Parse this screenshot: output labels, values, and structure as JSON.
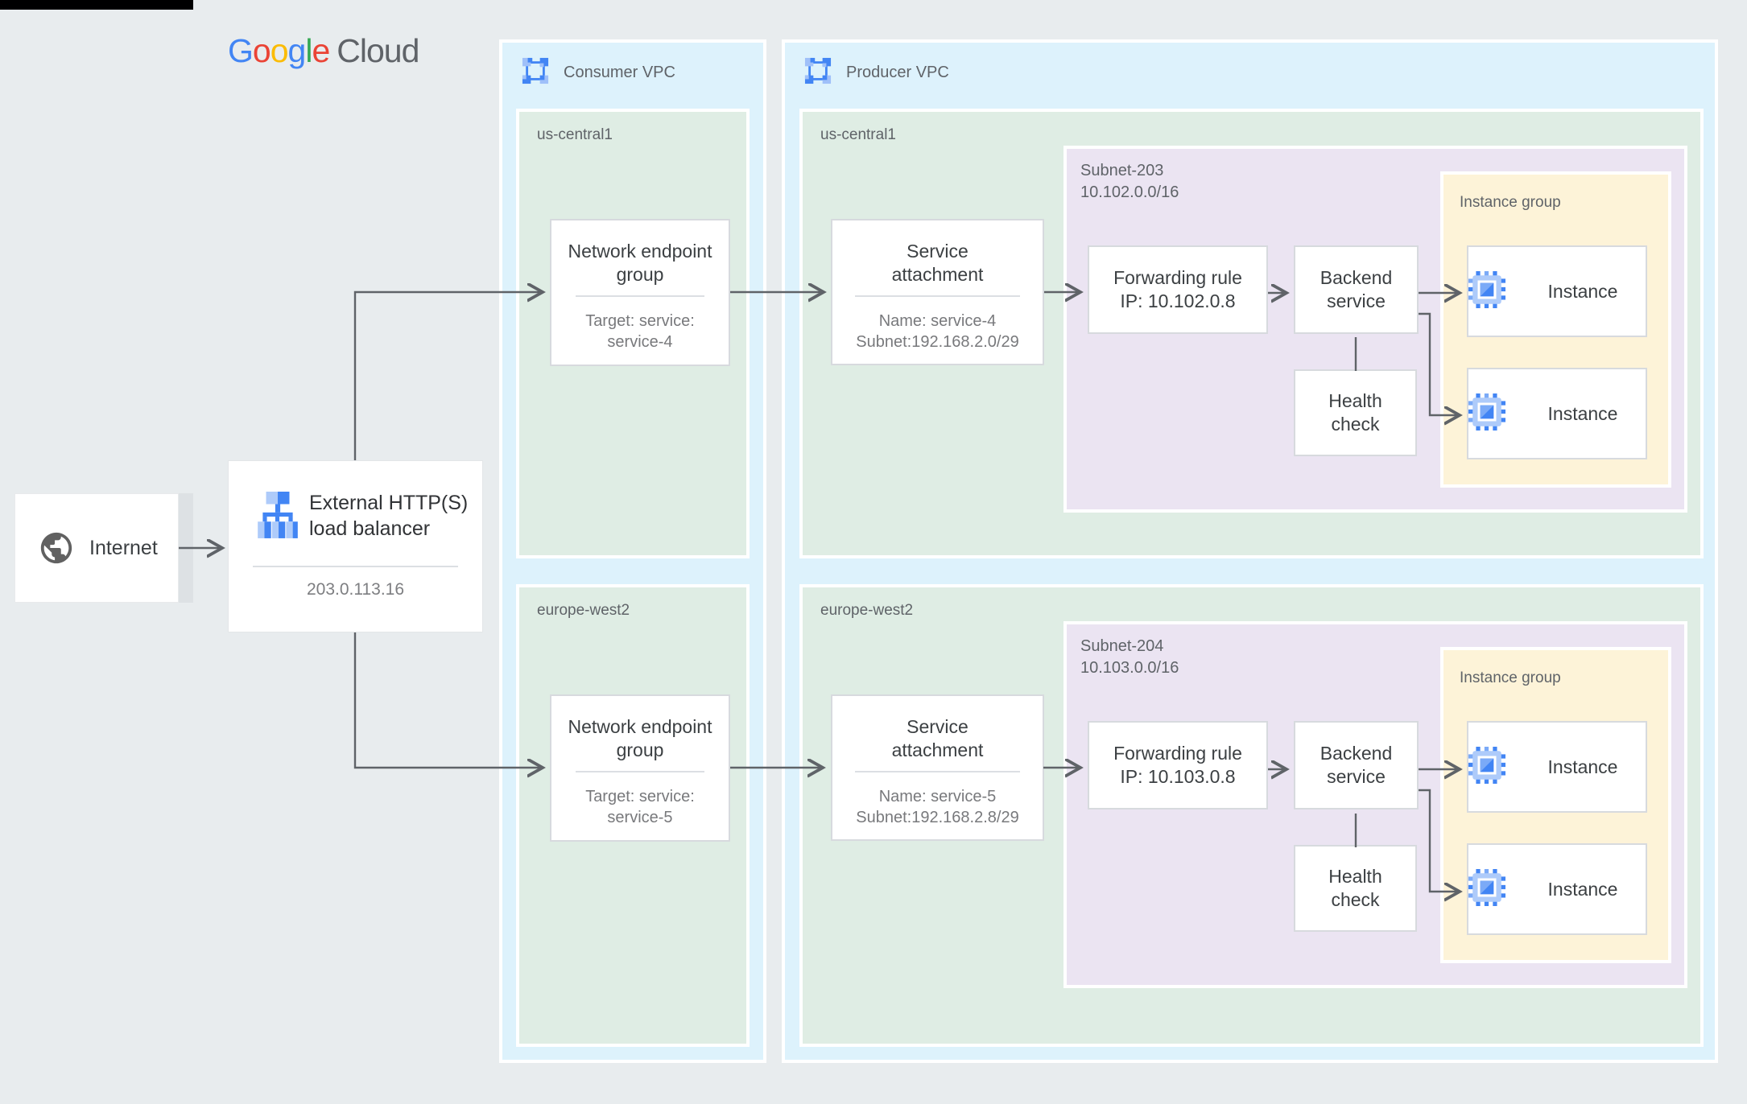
{
  "canvas": {
    "bg": "#e8ecee",
    "line_color": "#5f6368"
  },
  "logo": {
    "letters": [
      {
        "ch": "G",
        "style": "color:#4285F4"
      },
      {
        "ch": "o",
        "style": "color:#EA4335"
      },
      {
        "ch": "o",
        "style": "color:#FBBC05"
      },
      {
        "ch": "g",
        "style": "color:#4285F4"
      },
      {
        "ch": "l",
        "style": "color:#34A853"
      },
      {
        "ch": "e",
        "style": "color:#EA4335"
      }
    ],
    "cloud": "Cloud"
  },
  "internet": {
    "label": "Internet"
  },
  "load_balancer": {
    "title": "External HTTP(S) load balancer",
    "ip": "203.0.113.16"
  },
  "consumer_vpc": {
    "label": "Consumer VPC",
    "regions": [
      {
        "name": "us-central1",
        "neg": {
          "title": "Network endpoint group",
          "target_line1": "Target: service:",
          "target_line2": "service-4"
        }
      },
      {
        "name": "europe-west2",
        "neg": {
          "title": "Network endpoint group",
          "target_line1": "Target: service:",
          "target_line2": "service-5"
        }
      }
    ]
  },
  "producer_vpc": {
    "label": "Producer VPC",
    "regions": [
      {
        "name": "us-central1",
        "service_attachment": {
          "title": "Service attachment",
          "name_line": "Name: service-4",
          "subnet_line": "Subnet:192.168.2.0/29"
        },
        "subnet": {
          "name": "Subnet-203",
          "cidr": "10.102.0.0/16",
          "forwarding_rule": {
            "line1": "Forwarding rule",
            "line2": "IP: 10.102.0.8"
          },
          "backend_service": "Backend service",
          "health_check": "Health check",
          "instance_group": {
            "label": "Instance group",
            "instances": [
              "Instance",
              "Instance"
            ]
          }
        }
      },
      {
        "name": "europe-west2",
        "service_attachment": {
          "title": "Service attachment",
          "name_line": "Name: service-5",
          "subnet_line": "Subnet:192.168.2.8/29"
        },
        "subnet": {
          "name": "Subnet-204",
          "cidr": "10.103.0.0/16",
          "forwarding_rule": {
            "line1": "Forwarding rule",
            "line2": "IP: 10.103.0.8"
          },
          "backend_service": "Backend service",
          "health_check": "Health check",
          "instance_group": {
            "label": "Instance group",
            "instances": [
              "Instance",
              "Instance"
            ]
          }
        }
      }
    ]
  }
}
